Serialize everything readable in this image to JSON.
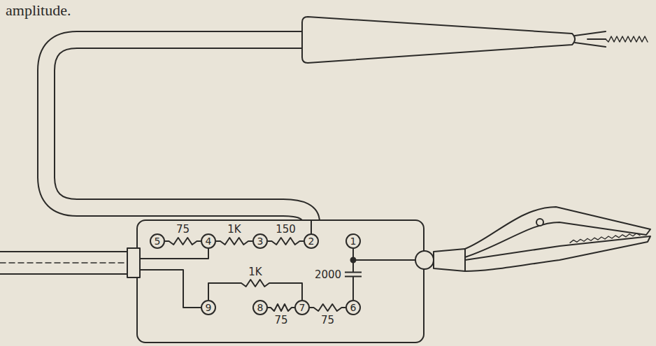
{
  "diagram": {
    "nodes": [
      {
        "text": [
          "5"
        ]
      },
      {
        "text": [
          "4"
        ]
      },
      {
        "text": [
          "3"
        ]
      },
      {
        "text": [
          "2"
        ]
      },
      {
        "text": [
          "1"
        ]
      },
      {
        "text": [
          "9"
        ]
      },
      {
        "text": [
          "8"
        ]
      },
      {
        "text": [
          "7"
        ]
      },
      {
        "text": [
          "6"
        ]
      }
    ],
    "edges": [
      {
        "from": 0,
        "to": 1,
        "arrow": "none",
        "label": "75"
      },
      {
        "from": 1,
        "to": 2,
        "arrow": "none",
        "label": "1K"
      },
      {
        "from": 2,
        "to": 3,
        "arrow": "none",
        "label": "150"
      },
      {
        "from": 5,
        "to": 7,
        "arrow": "none",
        "label": "1K"
      },
      {
        "from": 6,
        "to": 7,
        "arrow": "none",
        "label": "75"
      },
      {
        "from": 7,
        "to": 8,
        "arrow": "none",
        "label": "75"
      },
      {
        "from": 8,
        "to": 4,
        "arrow": "none",
        "label": "2000"
      }
    ],
    "labels": [
      "amplitude."
    ]
  }
}
